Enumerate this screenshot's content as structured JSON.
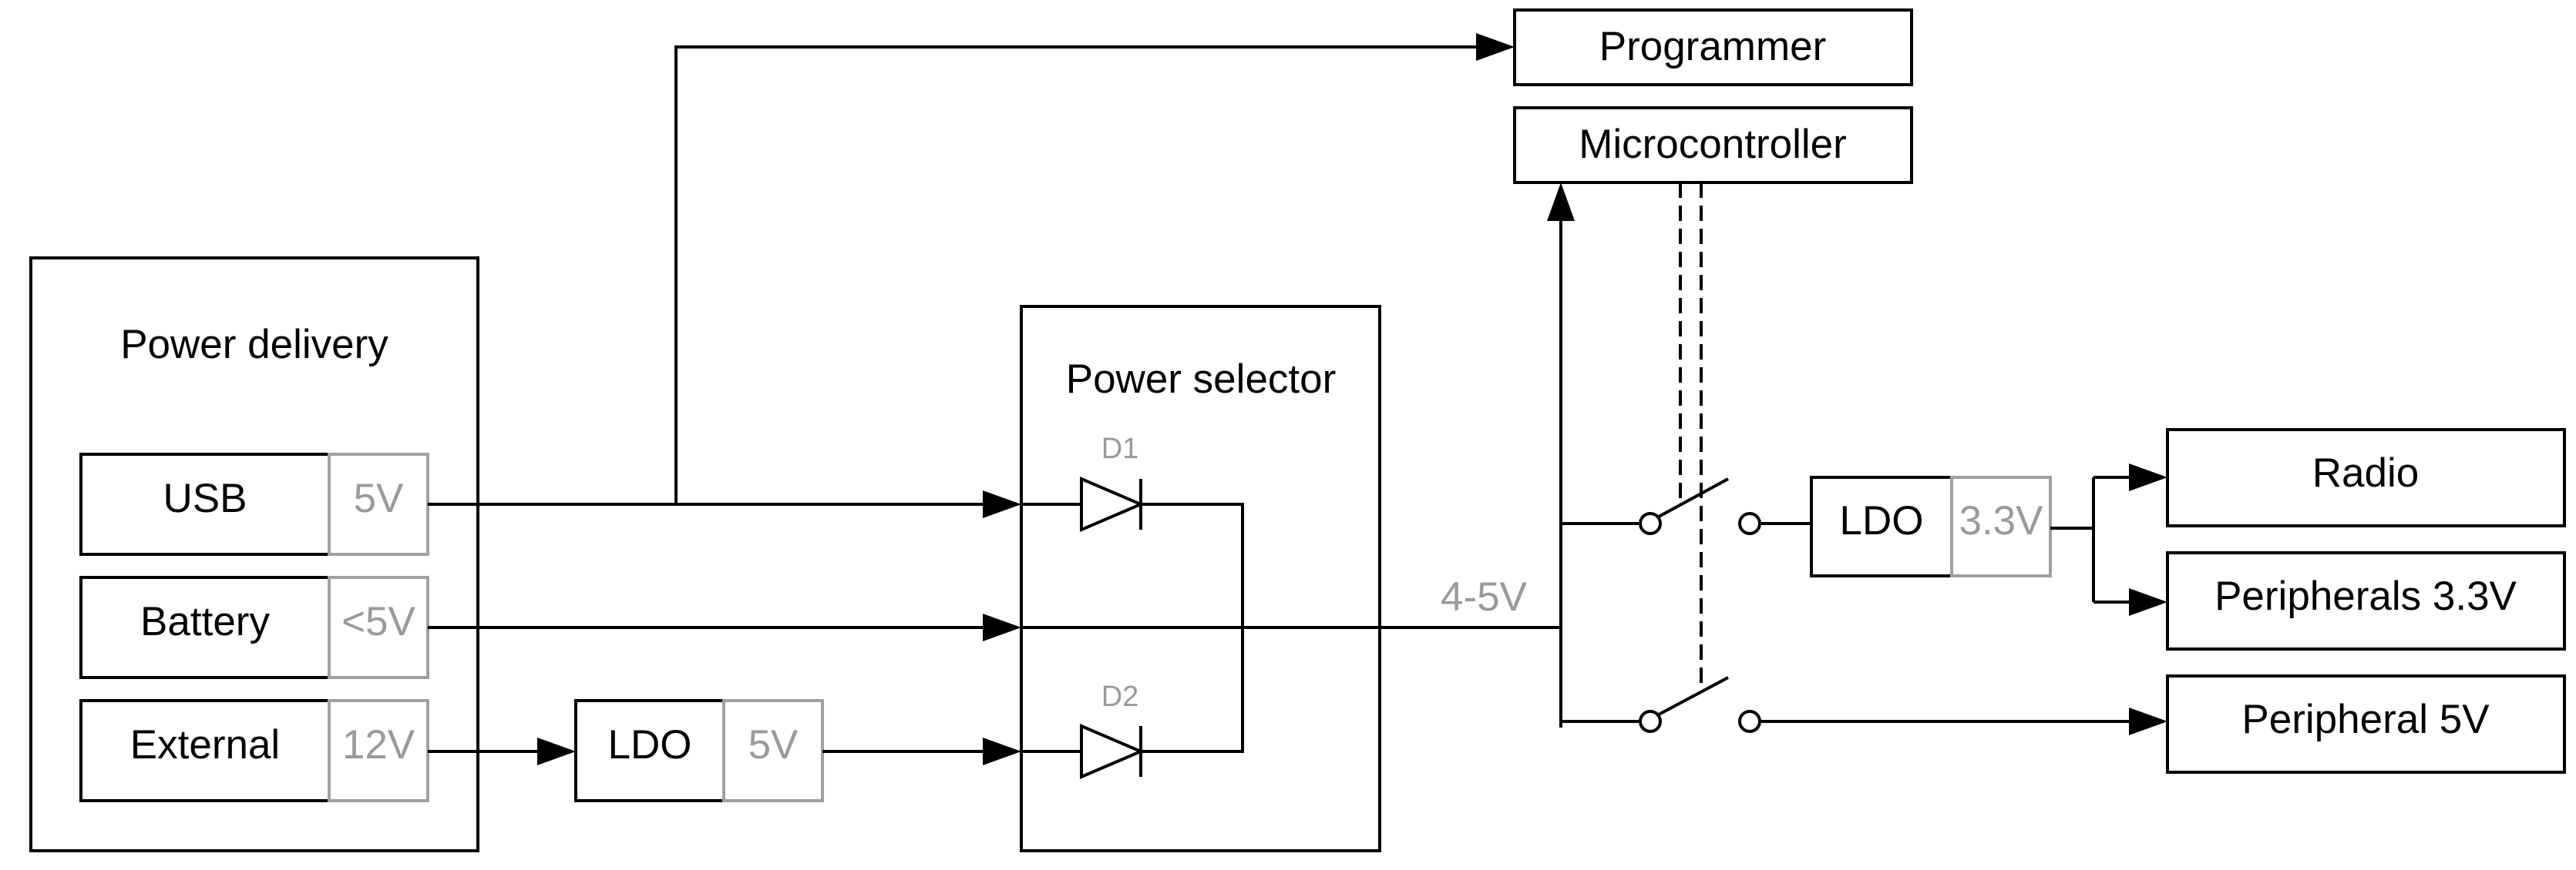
{
  "power_delivery": {
    "title": "Power delivery",
    "usb": {
      "label": "USB",
      "voltage": "5V"
    },
    "battery": {
      "label": "Battery",
      "voltage": "<5V"
    },
    "external": {
      "label": "External",
      "voltage": "12V"
    }
  },
  "external_ldo": {
    "label": "LDO",
    "voltage": "5V"
  },
  "power_selector": {
    "title": "Power selector",
    "diode1": "D1",
    "diode2": "D2"
  },
  "bus_voltage": "4-5V",
  "programmer": "Programmer",
  "microcontroller": "Microcontroller",
  "radio_ldo": {
    "label": "LDO",
    "voltage": "3.3V"
  },
  "radio": "Radio",
  "peripherals_33": "Peripherals 3.3V",
  "peripheral_5v": "Peripheral 5V"
}
